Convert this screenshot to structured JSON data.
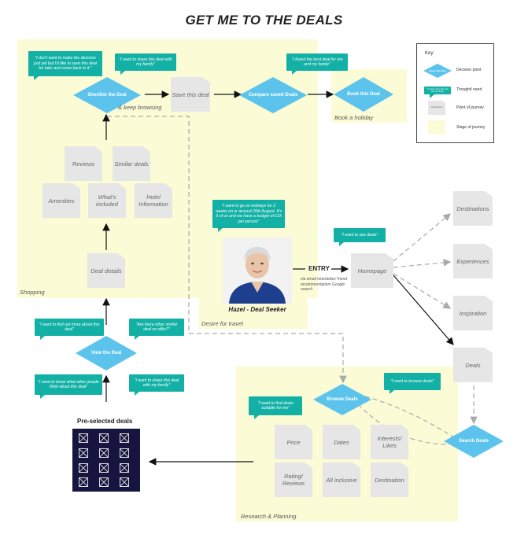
{
  "title": "GET ME TO THE DEALS",
  "stages": {
    "shopping": "Shopping",
    "book": "Book a holiday",
    "desire": "Desire for travel",
    "research": "Research & Planning"
  },
  "decisions": {
    "shortlist": "Shortlist the Deal",
    "compare": "Compare saved Deals",
    "book": "Book this Deal",
    "view": "View the Deal",
    "browse": "Browse Deals",
    "search": "Search Deals"
  },
  "thoughts": {
    "t1": "\"I don't want to make the decision just yet but I'd like to save this deal for later and come back to it.\"",
    "t2": "\"I want to share this deal with my family\"",
    "t3": "\"I found the best deal for me and my family\"",
    "t4": "\"I want to go on holidays for 2 weeks on or around 26th August. It's 3 of us and we have a budget of £1k per person\"",
    "t5": "\"I want to see deals\"",
    "t6": "\"I want to find out more about this deal\"",
    "t7": "\"Are there other similar deal on offer?\"",
    "t8": "\"I want to know what other people think about this deal\"",
    "t9": "\"I want to share this deal with my family\"",
    "t10": "\"I want to find deals suitable for me\"",
    "t11": "\"I want to browse deals\""
  },
  "pages": {
    "save": "Save this deal",
    "reviews": "Reviews",
    "similar": "Similar deals",
    "amenities": "Amenities",
    "included": "What's included",
    "hotel": "Hotel Information",
    "deal_details": "Deal details",
    "homepage": "Homepage",
    "destinations": "Destinations",
    "experiences": "Experiences",
    "inspiration": "Inspiration",
    "deals": "Deals",
    "price": "Price",
    "dates": "Dates",
    "interests": "Interests/ Likes",
    "rating": "Rating/ Reviews",
    "all_inclusive": "All inclusive",
    "destination": "Destination"
  },
  "labels": {
    "keep_browsing": "& keep browsing",
    "persona": "Hazel - Deal Seeker",
    "entry": "ENTRY",
    "entry_via": "via email newsletter/ friend recommendation/ Google search",
    "preselected": "Pre-selected deals"
  },
  "key": {
    "title": "Key:",
    "decision": "Decision point",
    "decision_sample": "Book this Deal",
    "thought": "Thought/ need",
    "thought_sample": "\"I want to share this deal with my family\"",
    "page": "Point of journey",
    "page_sample": "Destination",
    "stage": "Stage of journey"
  },
  "colors": {
    "stage": "#fbfcd6",
    "thought": "#13b1a5",
    "decision": "#5cc4ec",
    "page": "#e6e6e6",
    "dark_grid": "#161540"
  }
}
